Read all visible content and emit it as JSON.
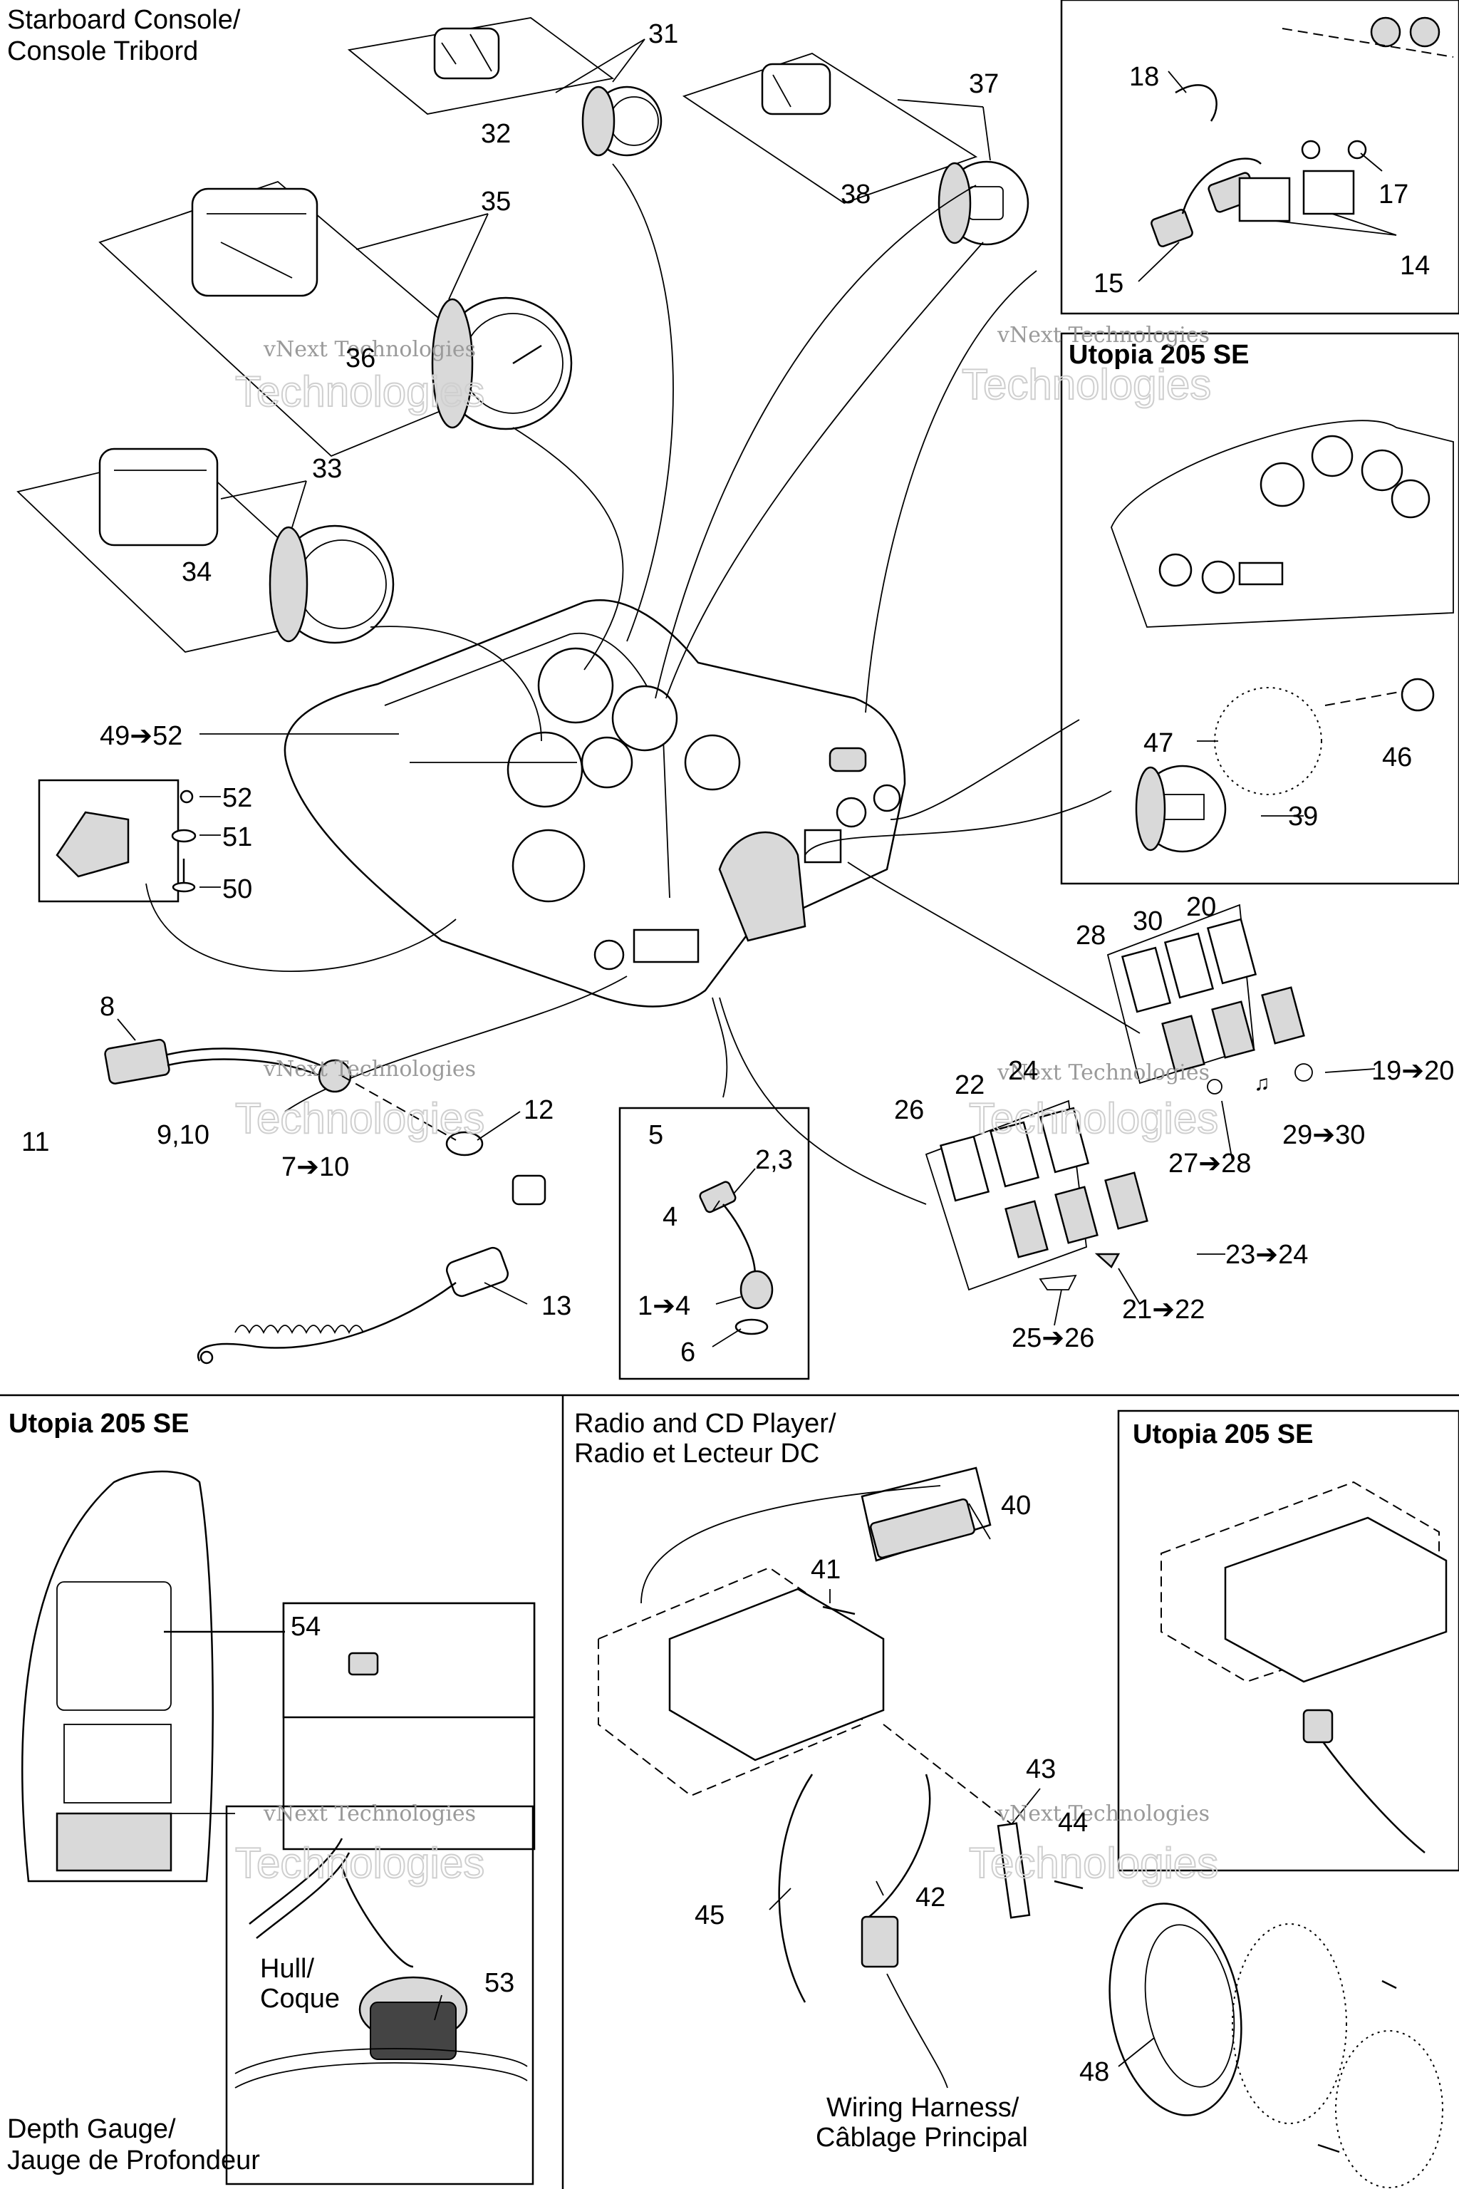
{
  "sections": {
    "starboard_console": {
      "title_line1": "Starboard Console/",
      "title_line2": "Console Tribord"
    },
    "utopia_top": {
      "title": "Utopia 205 SE"
    },
    "utopia_depth": {
      "title": "Utopia 205 SE"
    },
    "radio": {
      "title_line1": "Radio and CD Player/",
      "title_line2": "Radio et Lecteur DC"
    },
    "utopia_radio": {
      "title": "Utopia 205 SE"
    },
    "depth_gauge": {
      "title_line1": "Depth Gauge/",
      "title_line2": "Jauge de Profondeur"
    },
    "hull": {
      "line1": "Hull/",
      "line2": "Coque"
    },
    "wiring": {
      "line1": "Wiring Harness/",
      "line2": "Câblage Principal"
    }
  },
  "watermark": {
    "line1": "vNext Technologies",
    "line2": "Technologies"
  },
  "callouts": {
    "c31": "31",
    "c32": "32",
    "c37": "37",
    "c38": "38",
    "c35": "35",
    "c36": "36",
    "c33": "33",
    "c34": "34",
    "c18": "18",
    "c17": "17",
    "c14": "14",
    "c15": "15",
    "c49_52": "49➔52",
    "c52": "52",
    "c51": "51",
    "c50": "50",
    "c47": "47",
    "c46": "46",
    "c39": "39",
    "c8": "8",
    "c11": "11",
    "c9_10": "9,10",
    "c7_10": "7➔10",
    "c12": "12",
    "c13": "13",
    "c5": "5",
    "c2_3": "2,3",
    "c4": "4",
    "c1_4": "1➔4",
    "c6": "6",
    "c28": "28",
    "c30": "30",
    "c20": "20",
    "c22": "22",
    "c24": "24",
    "c26": "26",
    "c19_20": "19➔20",
    "c27_28": "27➔28",
    "c29_30": "29➔30",
    "c23_24": "23➔24",
    "c21_22": "21➔22",
    "c25_26": "25➔26",
    "c54": "54",
    "c53": "53",
    "c40": "40",
    "c41": "41",
    "c43": "43",
    "c44": "44",
    "c42": "42",
    "c45": "45",
    "c48": "48"
  }
}
